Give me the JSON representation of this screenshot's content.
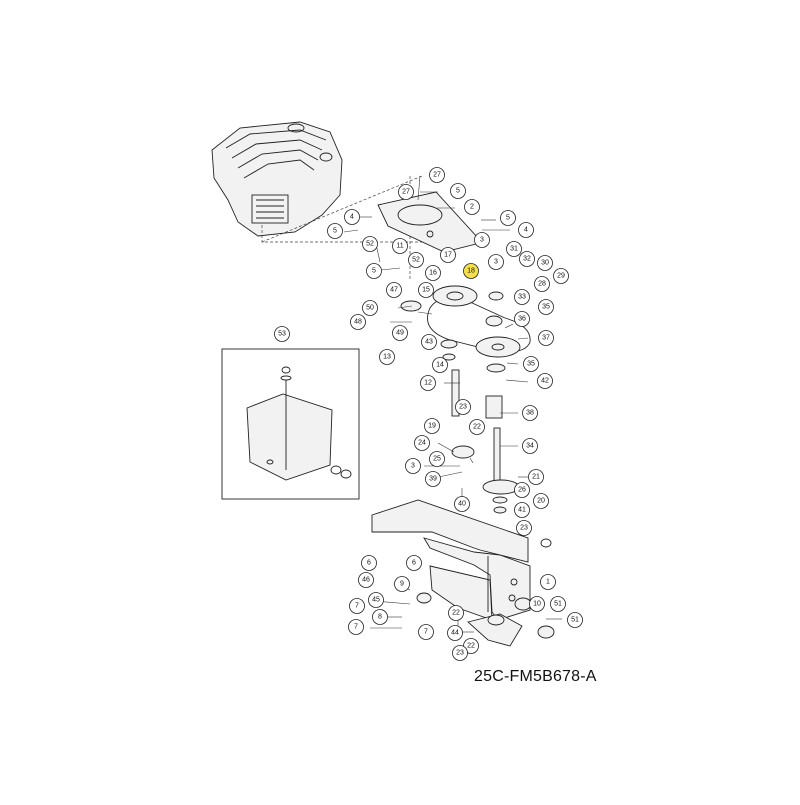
{
  "figure_code": "25C-FM5B678-A",
  "highlight_color": "#f5e04a",
  "callout_numbers": [
    "27",
    "27",
    "5",
    "4",
    "2",
    "5",
    "5",
    "3",
    "4",
    "52",
    "11",
    "52",
    "31",
    "17",
    "3",
    "5",
    "16",
    "32",
    "30",
    "18",
    "29",
    "28",
    "47",
    "15",
    "33",
    "35",
    "50",
    "48",
    "36",
    "49",
    "37",
    "43",
    "13",
    "14",
    "35",
    "42",
    "12",
    "38",
    "23",
    "19",
    "22",
    "34",
    "24",
    "25",
    "3",
    "21",
    "39",
    "26",
    "40",
    "20",
    "41",
    "23",
    "6",
    "6",
    "1",
    "46",
    "9",
    "45",
    "8",
    "10",
    "51",
    "7",
    "7",
    "22",
    "51",
    "7",
    "44",
    "22",
    "23",
    "53"
  ],
  "highlighted_callout": "18"
}
